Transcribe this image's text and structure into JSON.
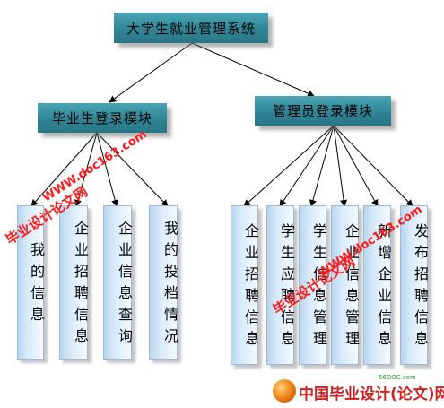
{
  "diagram": {
    "root": {
      "label": "大学生就业管理系统"
    },
    "modules": [
      {
        "label": "毕业生登录模块",
        "children": [
          "我的信息",
          "企业招聘信息",
          "企业信息查询",
          "我的投档情况"
        ]
      },
      {
        "label": "管理员登录模块",
        "children": [
          "企业招聘信息",
          "学生应聘信息",
          "学生信息管理",
          "企业信息管理",
          "新增企业信息",
          "发布招聘信息"
        ]
      }
    ]
  },
  "watermarks": {
    "site_cn": "毕业设计论文网",
    "site_url": "WWW.doc163.com",
    "footer_small": "56DOC.com",
    "footer_brand": "中国毕业设计(论文)网"
  }
}
